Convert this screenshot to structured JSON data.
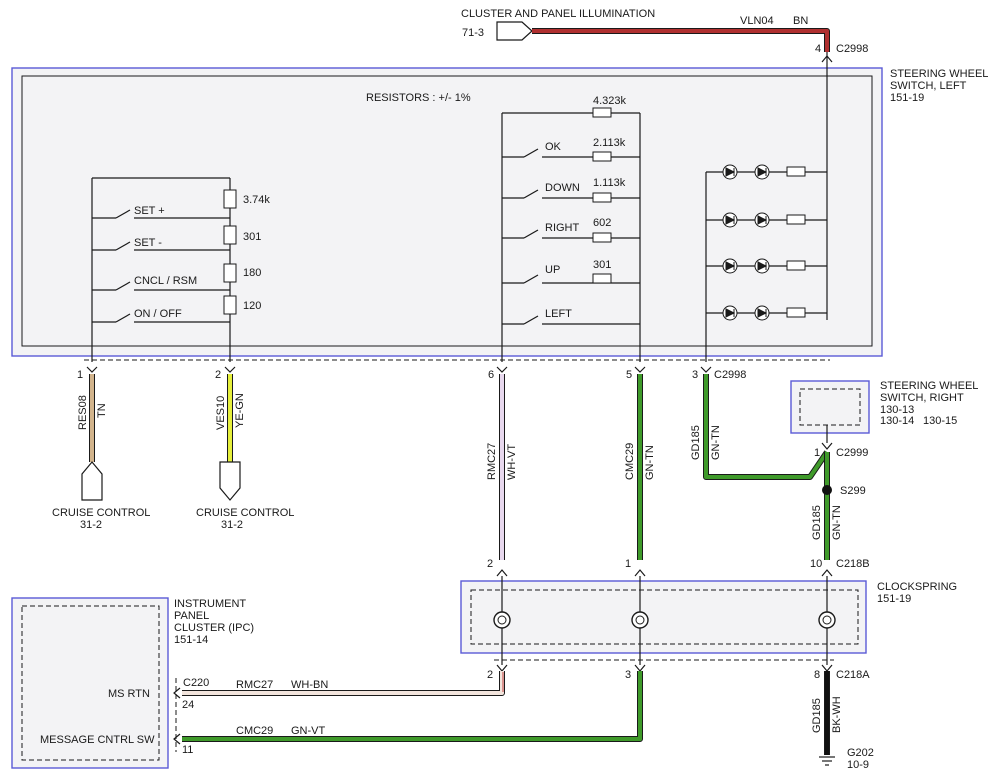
{
  "colors": {
    "box_border": "#5a5ad6",
    "box_fill": "#f3f3f5",
    "wire_bn": "#b03030",
    "wire_tn": "#d2b48c",
    "wire_ye_gn": "#e6f03c",
    "wire_wh_vt": "#e8d8ee",
    "wire_gn_tn": "#3f9a2a",
    "wire_wh_bn": "#f2e4dc",
    "wire_gn_vt": "#3f9a2a",
    "wire_bk_wh": "#111111"
  },
  "illumination": {
    "title": "CLUSTER AND PANEL ILLUMINATION",
    "ref": "71-3",
    "circuit": "VLN04",
    "color": "BN",
    "pin": "4",
    "connector": "C2998"
  },
  "left_switch": {
    "title_line1": "STEERING WHEEL",
    "title_line2": "SWITCH, LEFT",
    "ref": "151-19",
    "resistor_note": "RESISTORS : +/- 1%",
    "cruise_resistors": [
      "3.74k",
      "301",
      "180",
      "120"
    ],
    "cruise_switches": [
      "SET +",
      "SET -",
      "CNCL / RSM",
      "ON / OFF"
    ],
    "top_resistor": "4.323k",
    "menu_switches": [
      {
        "label": "OK",
        "value": "2.113k"
      },
      {
        "label": "DOWN",
        "value": "1.113k"
      },
      {
        "label": "RIGHT",
        "value": "602"
      },
      {
        "label": "UP",
        "value": "301"
      },
      {
        "label": "LEFT",
        "value": ""
      }
    ]
  },
  "pins": {
    "p1": "1",
    "p2": "2",
    "p6": "6",
    "p5": "5",
    "p3": "3",
    "c2998": "C2998"
  },
  "wires": {
    "res08": {
      "circuit": "RES08",
      "color": "TN"
    },
    "ves10": {
      "circuit": "VES10",
      "color": "YE-GN"
    },
    "rmc27": {
      "circuit": "RMC27",
      "color": "WH-VT"
    },
    "cmc29": {
      "circuit": "CMC29",
      "color": "GN-TN"
    },
    "gd185a": {
      "circuit": "GD185",
      "color": "GN-TN"
    },
    "gd185b": {
      "circuit": "GD185",
      "color": "GN-TN"
    },
    "gd185c": {
      "circuit": "GD185",
      "color": "BK-WH"
    },
    "rmc27b": {
      "circuit": "RMC27",
      "color": "WH-BN"
    },
    "cmc29b": {
      "circuit": "CMC29",
      "color": "GN-VT"
    }
  },
  "cruise": {
    "label": "CRUISE CONTROL",
    "ref": "31-2"
  },
  "right_switch": {
    "title_line1": "STEERING WHEEL",
    "title_line2": "SWITCH, RIGHT",
    "ref1": "130-13",
    "ref2": "130-14",
    "ref3": "130-15",
    "pin": "1",
    "connector": "C2999"
  },
  "splice": {
    "name": "S299"
  },
  "clockspring": {
    "title": "CLOCKSPRING",
    "ref": "151-19",
    "top_pins": [
      "2",
      "1",
      "10"
    ],
    "top_connector": "C218B",
    "bottom_pins": [
      "2",
      "3",
      "8"
    ],
    "bottom_connector": "C218A"
  },
  "ipc": {
    "title_line1": "INSTRUMENT",
    "title_line2": "PANEL",
    "title_line3": "CLUSTER (IPC)",
    "ref": "151-14",
    "connector": "C220",
    "ms_rtn": "MS RTN",
    "ms_rtn_pin": "24",
    "msg_sw": "MESSAGE CNTRL SW",
    "msg_sw_pin": "11"
  },
  "ground": {
    "name": "G202",
    "ref": "10-9"
  }
}
